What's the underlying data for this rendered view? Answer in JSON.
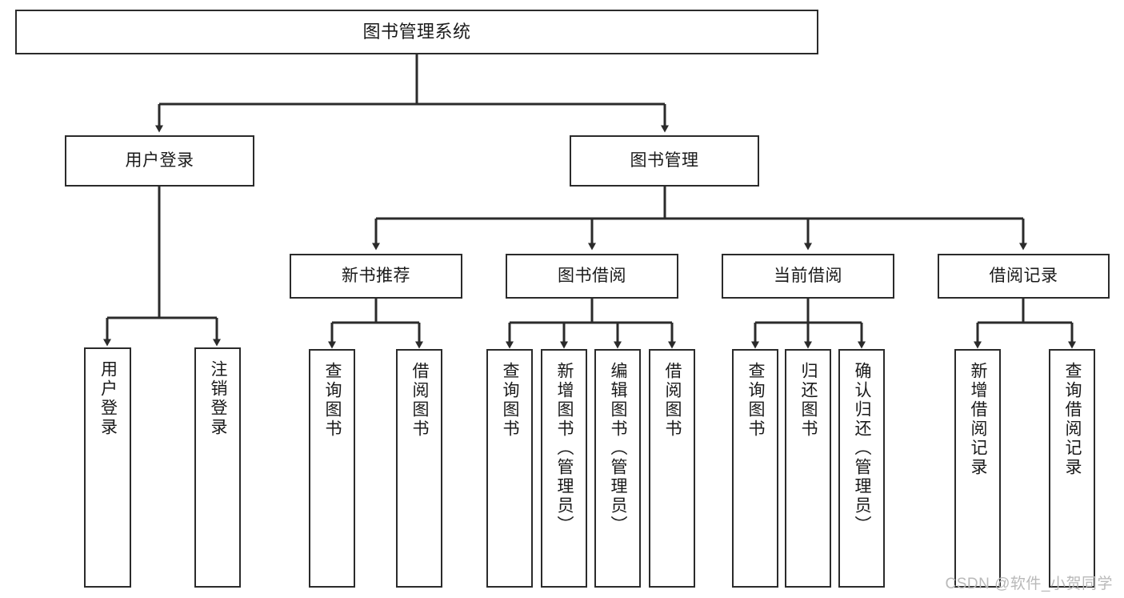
{
  "diagram": {
    "type": "tree-flowchart",
    "title": "图书管理系统",
    "watermark": "CSDN @软件_小贺同学",
    "colors": {
      "box_border": "#2b2b2b",
      "box_fill": "#ffffff",
      "connector": "#2b2b2b",
      "text": "#1a1a1a",
      "watermark": "#b9b9b9",
      "background": "#ffffff"
    },
    "levels": {
      "level1": [
        {
          "id": "root",
          "label": "图书管理系统"
        }
      ],
      "level2": [
        {
          "id": "user-login",
          "label": "用户登录"
        },
        {
          "id": "book-manage",
          "label": "图书管理"
        }
      ],
      "level3": [
        {
          "id": "new-book-recommend",
          "label": "新书推荐"
        },
        {
          "id": "book-borrow",
          "label": "图书借阅"
        },
        {
          "id": "current-borrow",
          "label": "当前借阅"
        },
        {
          "id": "borrow-record",
          "label": "借阅记录"
        }
      ],
      "level4": [
        {
          "id": "leaf-user-login",
          "label": "用户登录",
          "parent": "user-login"
        },
        {
          "id": "leaf-logout-login",
          "label": "注销登录",
          "parent": "user-login"
        },
        {
          "id": "leaf-query-book-1",
          "label": "查询图书",
          "parent": "new-book-recommend"
        },
        {
          "id": "leaf-borrow-book-1",
          "label": "借阅图书",
          "parent": "new-book-recommend"
        },
        {
          "id": "leaf-query-book-2",
          "label": "查询图书",
          "parent": "book-borrow"
        },
        {
          "id": "leaf-add-book",
          "label": "新增图书（管理员）",
          "parent": "book-borrow"
        },
        {
          "id": "leaf-edit-book",
          "label": "编辑图书（管理员）",
          "parent": "book-borrow"
        },
        {
          "id": "leaf-borrow-book-2",
          "label": "借阅图书",
          "parent": "book-borrow"
        },
        {
          "id": "leaf-query-book-3",
          "label": "查询图书",
          "parent": "current-borrow"
        },
        {
          "id": "leaf-return-book",
          "label": "归还图书",
          "parent": "current-borrow"
        },
        {
          "id": "leaf-confirm-return",
          "label": "确认归还（管理员）",
          "parent": "current-borrow"
        },
        {
          "id": "leaf-add-record",
          "label": "新增借阅记录",
          "parent": "borrow-record"
        },
        {
          "id": "leaf-query-record",
          "label": "查询借阅记录",
          "parent": "borrow-record"
        }
      ]
    }
  }
}
